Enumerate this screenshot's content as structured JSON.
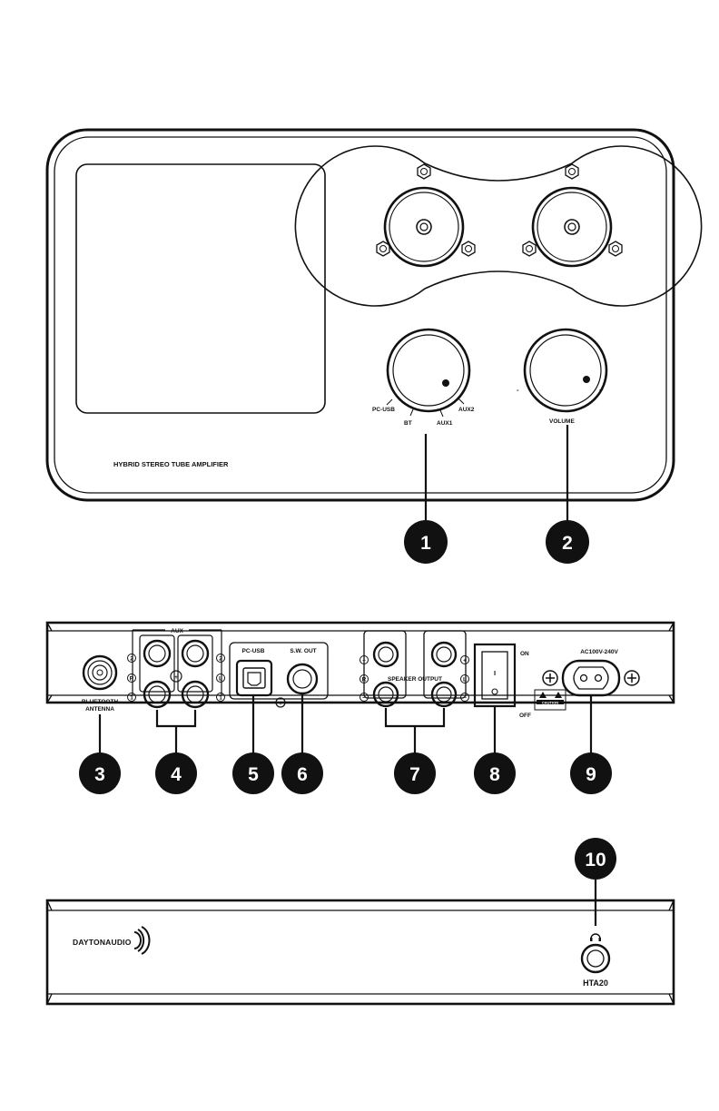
{
  "front_panel": {
    "title": "HYBRID STEREO TUBE AMPLIFIER",
    "input_labels": [
      "PC-USB",
      "BT",
      "AUX1",
      "AUX2"
    ],
    "volume": {
      "label": "VOLUME",
      "minus": "-",
      "plus": "+"
    }
  },
  "rear_panel": {
    "bluetooth_antenna": "BLUETOOTH\nANTENNA",
    "bluetooth_line1": "BLUETOOTH",
    "bluetooth_line2": "ANTENNA",
    "aux": "AUX",
    "aux_marks": {
      "two": "2",
      "one": "1",
      "right": "R",
      "left": "L",
      "ground": "+"
    },
    "pc_usb": "PC-USB",
    "sw_out": "S.W. OUT",
    "speaker_output": "SPEAKER OUTPUT",
    "speaker_marks": {
      "plus": "+",
      "minus": "−",
      "right": "R",
      "left": "L"
    },
    "power_on": "ON",
    "power_off": "OFF",
    "switch_mark": "I",
    "ac_label": "AC100V-240V",
    "caution": "CAUTION"
  },
  "side_panel": {
    "brand": "DAYTONAUDIO",
    "model": "HTA20",
    "headphone_icon": "headphone-icon"
  },
  "callouts": [
    "1",
    "2",
    "3",
    "4",
    "5",
    "6",
    "7",
    "8",
    "9",
    "10"
  ]
}
